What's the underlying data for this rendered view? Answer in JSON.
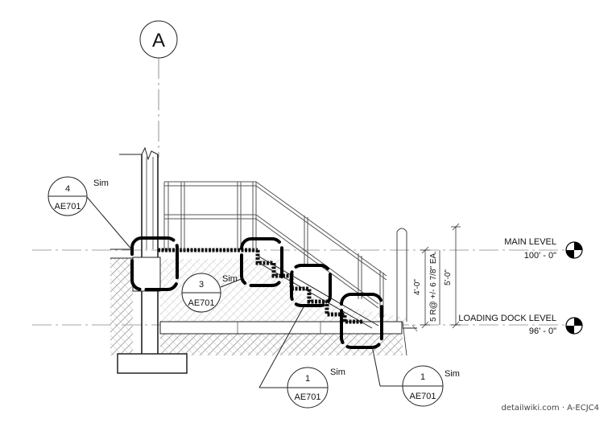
{
  "grid": {
    "label": "A"
  },
  "levels": [
    {
      "name": "MAIN LEVEL",
      "elevation": "100' - 0\""
    },
    {
      "name": "LOADING DOCK LEVEL",
      "elevation": "96' - 0\""
    }
  ],
  "callouts": [
    {
      "number": "4",
      "sheet": "AE701",
      "note": "Sim"
    },
    {
      "number": "3",
      "sheet": "AE701",
      "note": "Sim"
    },
    {
      "number": "1",
      "sheet": "AE701",
      "note": "Sim"
    },
    {
      "number": "1",
      "sheet": "AE701",
      "note": "Sim"
    }
  ],
  "dimensions": {
    "stair_height": "4'-0\"",
    "risers": "5 R@ +/- 6 7/8\" EA.",
    "level_difference": "5'-0\""
  },
  "credit": "detailwiki.com · A-ECJC4"
}
